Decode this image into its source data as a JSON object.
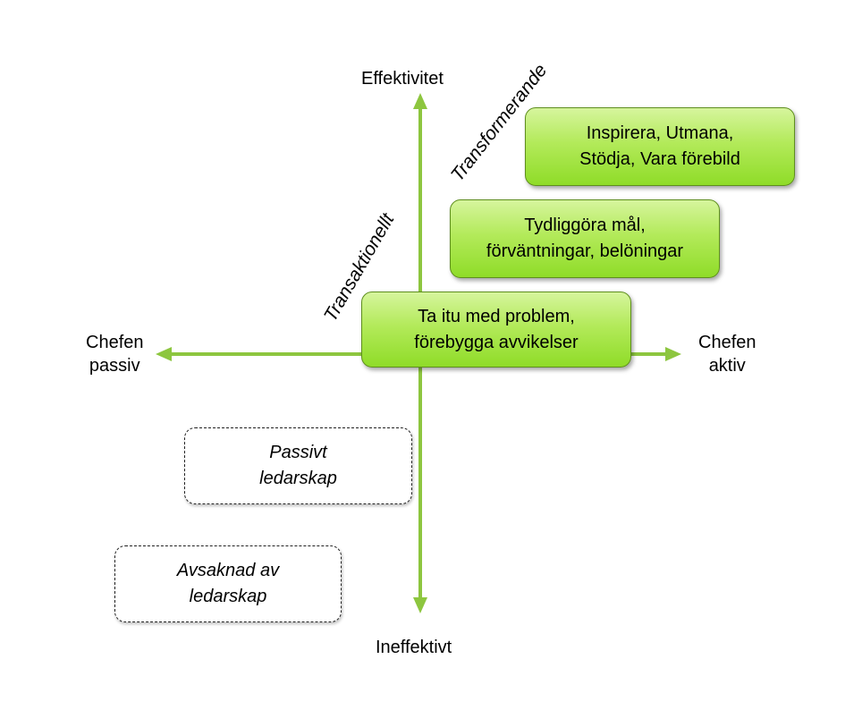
{
  "axes": {
    "top": "Effektivitet",
    "bottom": "Ineffektivt",
    "left": [
      "Chefen",
      "passiv"
    ],
    "right": [
      "Chefen",
      "aktiv"
    ],
    "color": "#8dc63f"
  },
  "diagonal_labels": {
    "transactional": "Transaktionellt",
    "transformational": "Transformerande"
  },
  "boxes": {
    "inspire": [
      "Inspirera, Utmana,",
      "Stödja, Vara förebild"
    ],
    "clarify": [
      "Tydliggöra mål,",
      "förväntningar, belöningar"
    ],
    "address": [
      "Ta itu med problem,",
      "förebygga avvikelser"
    ],
    "passive": [
      "Passivt",
      "ledarskap"
    ],
    "absence": [
      "Avsaknad av",
      "ledarskap"
    ]
  },
  "colors": {
    "box_green_light": "#d6f59d",
    "box_green_dark": "#8fdc28",
    "arrow_green": "#8dc63f"
  }
}
